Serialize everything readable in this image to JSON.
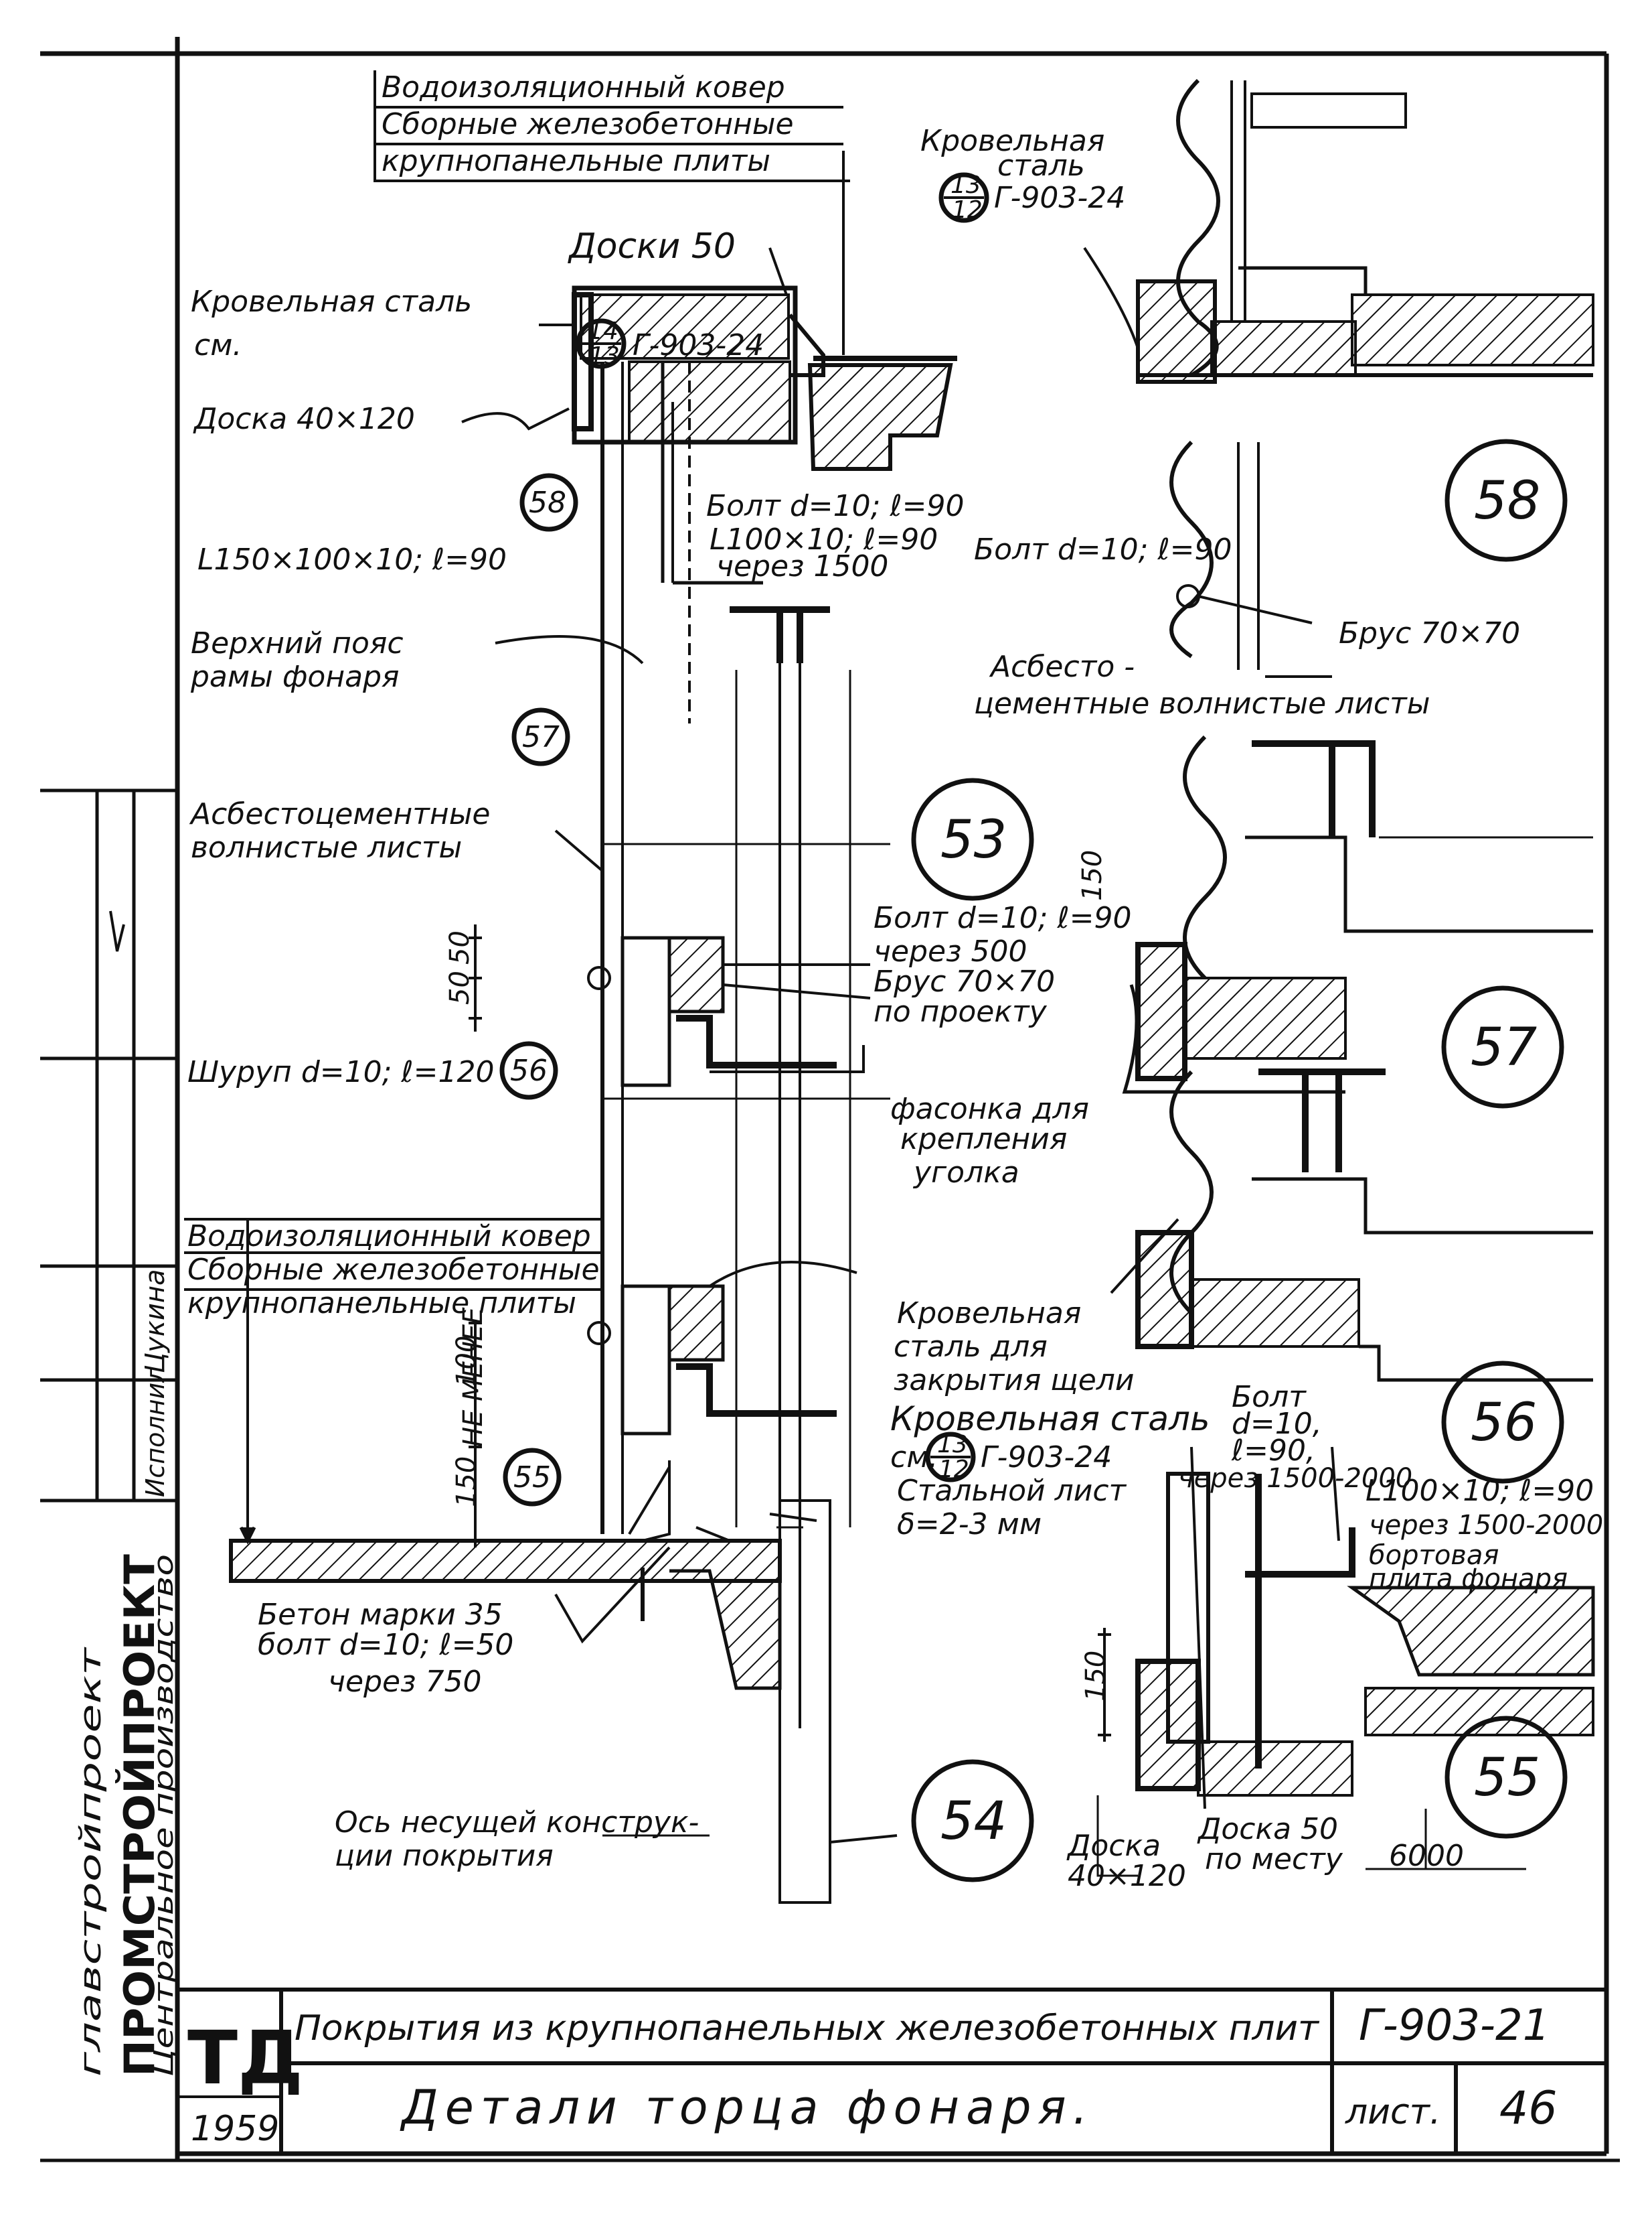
{
  "drawing": {
    "labels": {
      "vodoizol_top": "Водоизоляционный ковер",
      "sborn_top": "Сборные железобетонные",
      "krupno_top": "крупнопанельные плиты",
      "krovel_top_right": "Кровельная",
      "stal_top_right": "сталь",
      "ref_13_12_num": "13",
      "ref_13_12_den": "12",
      "ref_top_right_code": "Г-903-24",
      "doski50": "Доски 50",
      "krovel_stal_left": "Кровельная сталь",
      "sm": "см.",
      "ref_14_13_num": "14",
      "ref_14_13_den": "13",
      "ref_left_code": "Г-903-24",
      "doska_40x120": "Доска 40×120",
      "bolt_58": "Болт d=10; ℓ=90",
      "angle_100": "L100×10; ℓ=90",
      "cherez_1500": "через 1500",
      "angle_150": "L150×100×10; ℓ=90",
      "bolt_right_58": "Болт d=10; ℓ=90",
      "verkh_poyas_1": "Верхний пояс",
      "verkh_poyas_2": "рамы фонаря",
      "brus_right": "Брус 70×70",
      "asbesto_right_1": "Асбесто -",
      "asbesto_right_2": "цементные волнистые листы",
      "asbesto_left_1": "Асбестоцементные",
      "asbesto_left_2": "волнистые листы",
      "bolt_500_1": "Болт d=10; ℓ=90",
      "bolt_500_2": "через 500",
      "brus_mid": "Брус 70×70",
      "po_proektu": "по проекту",
      "dim_50a": "50",
      "dim_50b": "50",
      "dim_150_57": "150",
      "shurup": "Шуруп d=10; ℓ=120",
      "fasonka_1": "фасонка для",
      "fasonka_2": "крепления",
      "fasonka_3": "уголка",
      "vodoizol_bot": "Водоизоляционный ковер",
      "sborn_bot": "Сборные железобетонные",
      "krupno_bot": "крупнопанельные плиты",
      "krovel_schel_1": "Кровельная",
      "krovel_schel_2": "сталь для",
      "krovel_schel_3": "закрытия щели",
      "krovel_stal_bot": "Кровельная сталь",
      "sm_bot": "см.",
      "ref_bot_num": "13",
      "ref_bot_den": "12",
      "ref_bot_code": "Г-903-24",
      "bolt_56_1": "Болт",
      "bolt_56_2": "d=10,",
      "bolt_56_3": "ℓ=90,",
      "bolt_56_4": "через 1500-2000",
      "ne_menee": "НЕ МЕНЕЕ",
      "dim_100": "100",
      "dim_150_55": "150",
      "stalnoy_list_1": "Стальной лист",
      "stalnoy_list_2": "δ=2-3 мм",
      "angle_2000_1": "L100×10; ℓ=90",
      "angle_2000_2": "через 1500-2000",
      "bortovaya_1": "бортовая",
      "bortovaya_2": "плита фонаря",
      "beton_1": "Бетон марки 35",
      "beton_2": "болт d=10; ℓ=50",
      "beton_3": "через 750",
      "dim_150_55r": "150",
      "os_1": "Ось несущей конструк-",
      "os_2": "ции покрытия",
      "doska_bot_1": "Доска",
      "doska_bot_2": "40×120",
      "doska50_1": "Доска 50",
      "doska50_2": "по месту",
      "dim_6000": "6000"
    },
    "callouts": {
      "c53": "53",
      "c54": "54",
      "c55": "55",
      "c55s": "55",
      "c56": "56",
      "c56s": "56",
      "c57": "57",
      "c57s": "57",
      "c58": "58",
      "c58s": "58"
    }
  },
  "side_stamp": {
    "org_main": "ПРОМСТРОЙПРОЕКТ",
    "org_sub": "Центральное производство",
    "org_top": "главстройпроект",
    "ispolnil": "Исполнил",
    "name": "Цукина"
  },
  "title_block": {
    "td": "ТД",
    "year": "1959",
    "subject": "Покрытия из крупнопанельных железобетонных плит",
    "detail": "Детали торца фонаря.",
    "code": "Г-903-21",
    "sheet_label": "лист.",
    "sheet_no": "46"
  }
}
